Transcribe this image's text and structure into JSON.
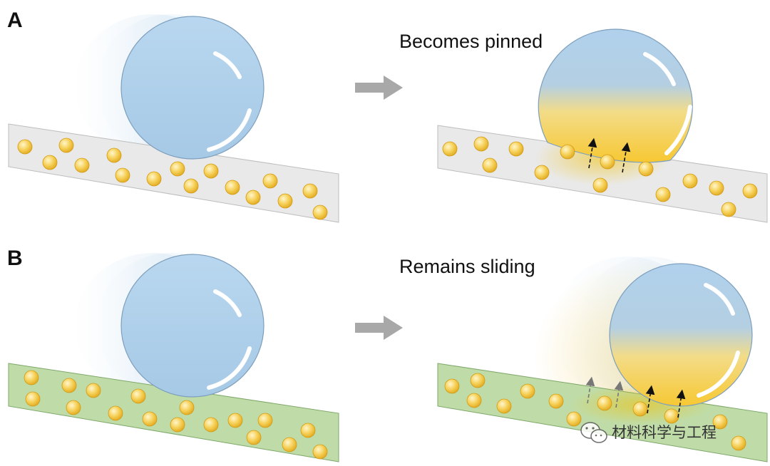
{
  "panels": [
    {
      "label": "A",
      "caption": "Becomes pinned",
      "state": "pinned",
      "substrate_color": "#e9e9e9"
    },
    {
      "label": "B",
      "caption": "Remains sliding",
      "state": "sliding",
      "substrate_color": "#bfdca8"
    }
  ],
  "colors": {
    "droplet": "#a9cce8",
    "droplet_edge": "#7d9fbd",
    "particle": "#f3c542",
    "arrow": "#a9a9a9",
    "oil_glow": "#f2c000"
  },
  "watermark": {
    "text": "材料科学与工程",
    "icon": "wechat-icon"
  }
}
